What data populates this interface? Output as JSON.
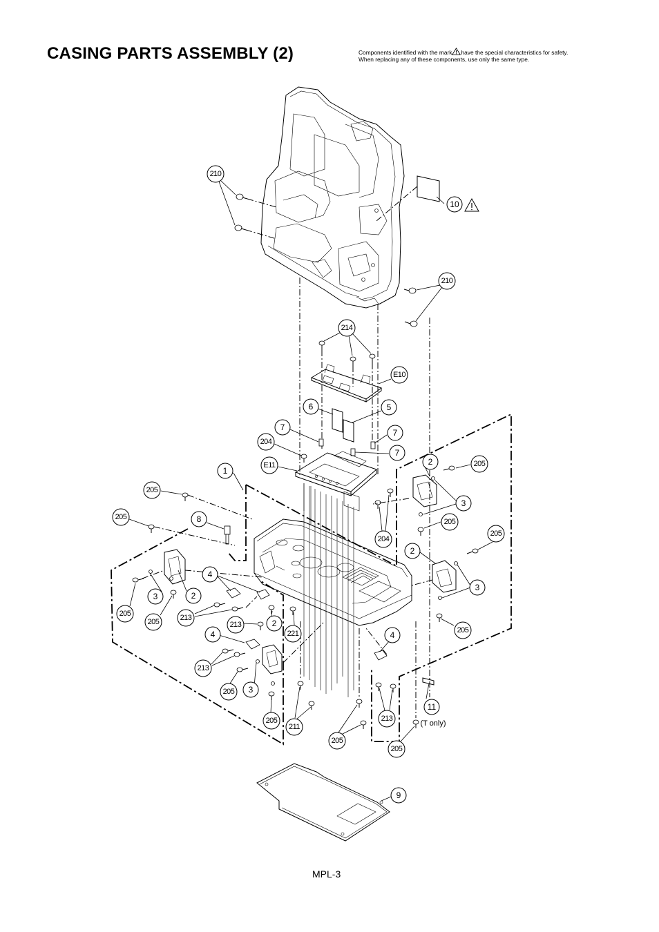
{
  "header": {
    "title": "CASING PARTS ASSEMBLY (2)",
    "note_line1_before": "Components identified with the mark",
    "note_line1_after": "have the special characteristics for safety.",
    "note_line2": "When replacing any of these components, use only the same type."
  },
  "footer": {
    "page_label": "MPL-3"
  },
  "callouts": {
    "c210a": "210",
    "c10": "10",
    "c210b": "210",
    "c214": "214",
    "cE10": "E10",
    "c6": "6",
    "c5": "5",
    "c7a": "7",
    "c7b": "7",
    "c7c": "7",
    "c204a": "204",
    "cE11": "E11",
    "c1": "1",
    "c205a": "205",
    "c205b": "205",
    "c8": "8",
    "c2a": "2",
    "c205c": "205",
    "c3a": "3",
    "c205d": "205",
    "c204b": "204",
    "c205e": "205",
    "c2b": "2",
    "c3b": "3",
    "c205f": "205",
    "c4a": "4",
    "c3c": "3",
    "c2c": "2",
    "c205g": "205",
    "c205h": "205",
    "c213a": "213",
    "c213b": "213",
    "c2d": "2",
    "c221": "221",
    "c4b": "4",
    "c4c": "4",
    "c213c": "213",
    "c205i": "205",
    "c3d": "3",
    "c205j": "205",
    "c211": "211",
    "c205k": "205",
    "c213d": "213",
    "c11": "11",
    "c205l": "205",
    "c9": "9"
  },
  "labels": {
    "t_only": "(T only)"
  },
  "icons": {
    "safety_mark": "warning-triangle-icon"
  }
}
